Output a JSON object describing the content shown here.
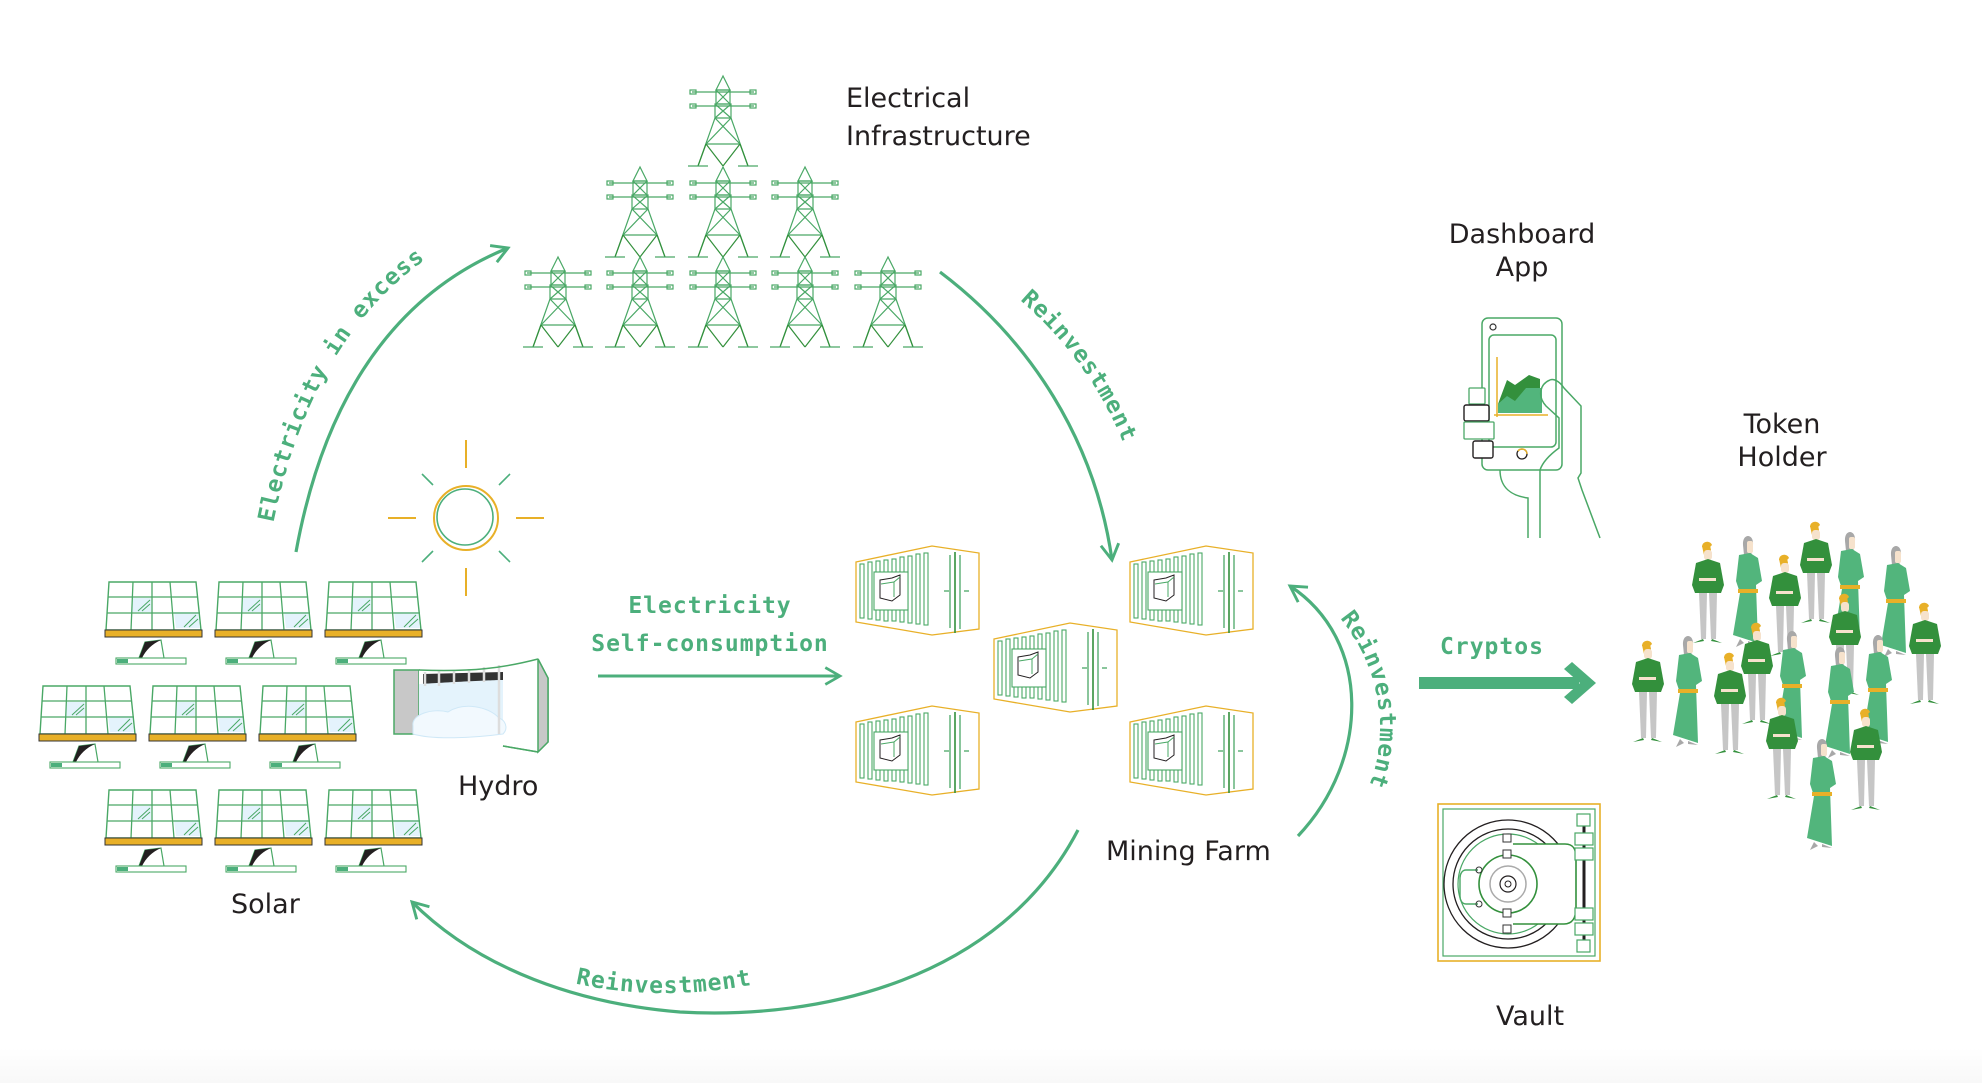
{
  "colors": {
    "flow_green": "#4caf7c",
    "line_green": "#4aa866",
    "dark_green": "#33903c",
    "light_green": "#52b57c",
    "gold": "#e8b028",
    "text": "#231f20",
    "gray": "#c6c6c6",
    "skin": "#f6e2cc",
    "water": "#e4f3fc"
  },
  "nodes": {
    "electrical_infrastructure": {
      "line1": "Electrical",
      "line2": "Infrastructure",
      "icon": "power-tower-icon",
      "count": 9
    },
    "solar": {
      "label": "Solar",
      "icon": "solar-panel-icon",
      "count": 9
    },
    "sun": {
      "icon": "sun-icon"
    },
    "hydro": {
      "label": "Hydro",
      "icon": "hydro-dam-icon"
    },
    "mining_farm": {
      "label": "Mining Farm",
      "icon": "shipping-container-icon",
      "count": 5
    },
    "dashboard_app": {
      "line1": "Dashboard",
      "line2": "App",
      "icon": "phone-in-hand-icon"
    },
    "vault": {
      "label": "Vault",
      "icon": "vault-icon"
    },
    "token_holder": {
      "line1": "Token",
      "line2": "Holder",
      "icon": "people-group-icon",
      "count": 18
    }
  },
  "flows": {
    "electricity_in_excess": "Electricity in excess",
    "reinvestment_infra_to_farm": "Reinvestment",
    "reinvestment_farm_loop": "Reinvestment",
    "reinvestment_farm_to_solar": "Reinvestment",
    "self_consumption_line1": "Electricity",
    "self_consumption_line2": "Self-consumption",
    "cryptos": "Cryptos"
  }
}
